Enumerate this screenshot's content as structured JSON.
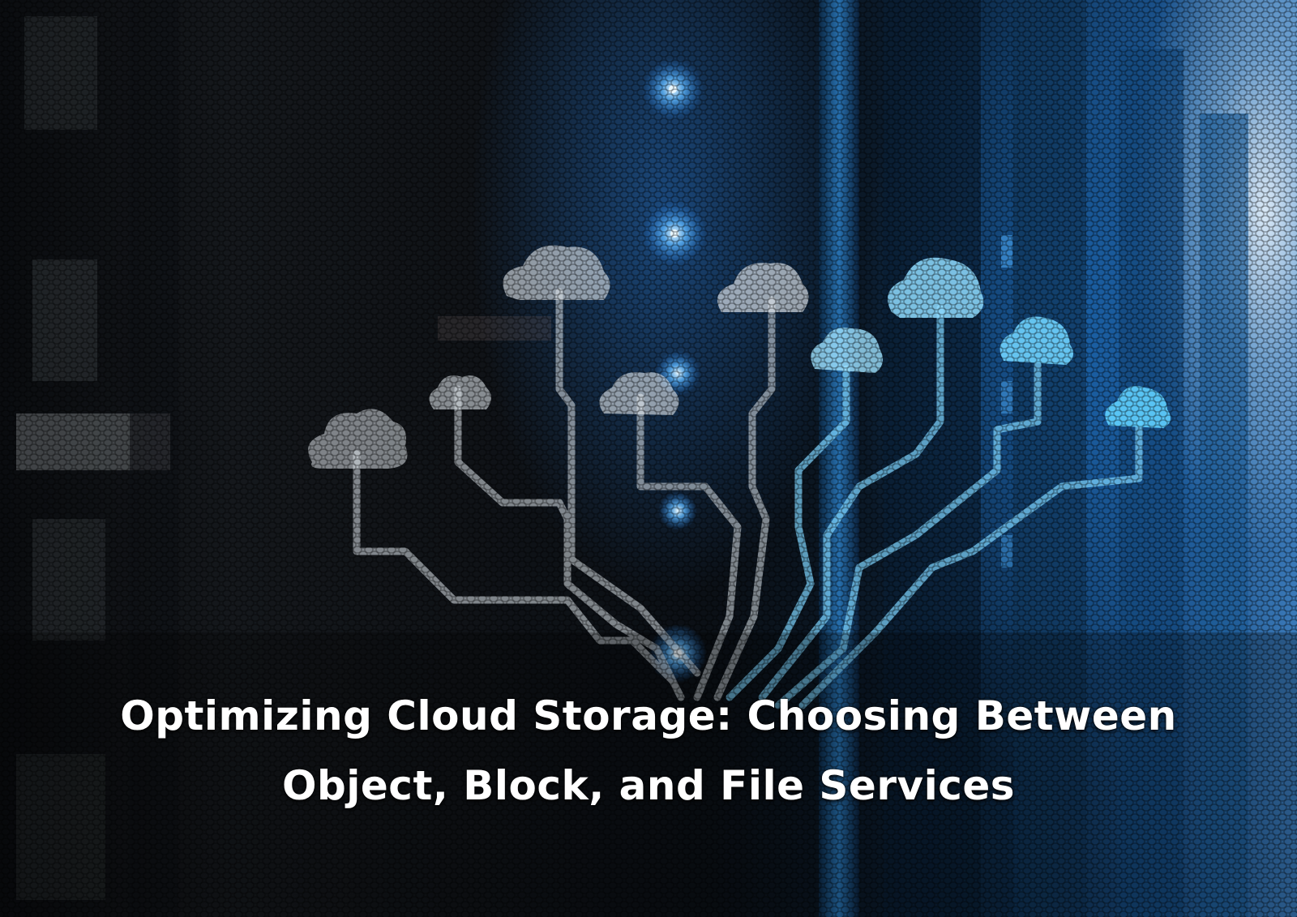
{
  "headline": {
    "line1": "Optimizing Cloud Storage: Choosing Between",
    "line2": "Object, Block, and File Services"
  },
  "colors": {
    "circuit_light": "#e4eaf0",
    "circuit_cyan": "#5fd0ff",
    "accent_blue": "#2a8fe0",
    "led_blue": "#bfe8ff",
    "text": "#ffffff"
  },
  "icons": [
    "cloud-icon",
    "circuit-line",
    "server-rack"
  ]
}
